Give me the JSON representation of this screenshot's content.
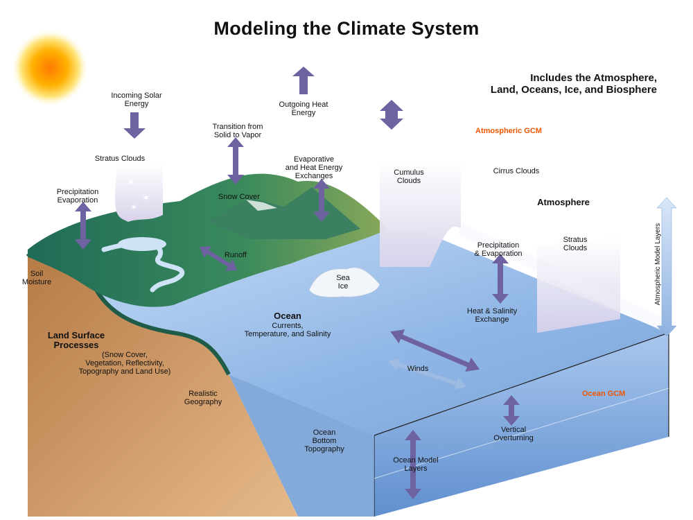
{
  "title": "Modeling the Climate System",
  "subtitle": "Includes the Atmosphere,\nLand, Oceans, Ice, and Biosphere",
  "labels": {
    "incoming_solar": "Incoming Solar\nEnergy",
    "outgoing_heat": "Outgoing Heat\nEnergy",
    "transition": "Transition from\nSolid to Vapor",
    "evaporative": "Evaporative\nand Heat Energy\nExchanges",
    "stratus_left": "Stratus Clouds",
    "precip_evap_left": "Precipitation\nEvaporation",
    "snow_cover": "Snow Cover",
    "cumulus": "Cumulus\nClouds",
    "cirrus": "Cirrus Clouds",
    "atmosphere": "Atmosphere",
    "atmospheric_gcm": "Atmospheric GCM",
    "precip_evap_right": "Precipitation\n& Evaporation",
    "stratus_right": "Stratus\nClouds",
    "runoff": "Runoff",
    "soil_moisture": "Soil\nMoisture",
    "sea_ice": "Sea\nIce",
    "ocean_title": "Ocean",
    "ocean_body": "Currents,\nTemperature, and Salinity",
    "heat_salinity": "Heat & Salinity\nExchange",
    "land_surface_title": "Land Surface\nProcesses",
    "land_surface_body": "(Snow Cover,\nVegetation, Reflectivity,\nTopography and Land Use)",
    "winds": "Winds",
    "realistic_geo": "Realistic\nGeography",
    "ocean_gcm": "Ocean GCM",
    "ocean_bottom": "Ocean\nBottom\nTopography",
    "vertical_overturning": "Vertical\nOverturning",
    "ocean_model_layers": "Ocean Model\nLayers",
    "atm_model_layers": "Atmospheric Model Layers"
  },
  "colors": {
    "arrow": "#6e63a0",
    "ocean": "#8fb6e6",
    "land_green": "#2f7a5c",
    "soil": "#c98f5a",
    "gcm_orange": "#ee5500",
    "sun": "#ffb000"
  }
}
